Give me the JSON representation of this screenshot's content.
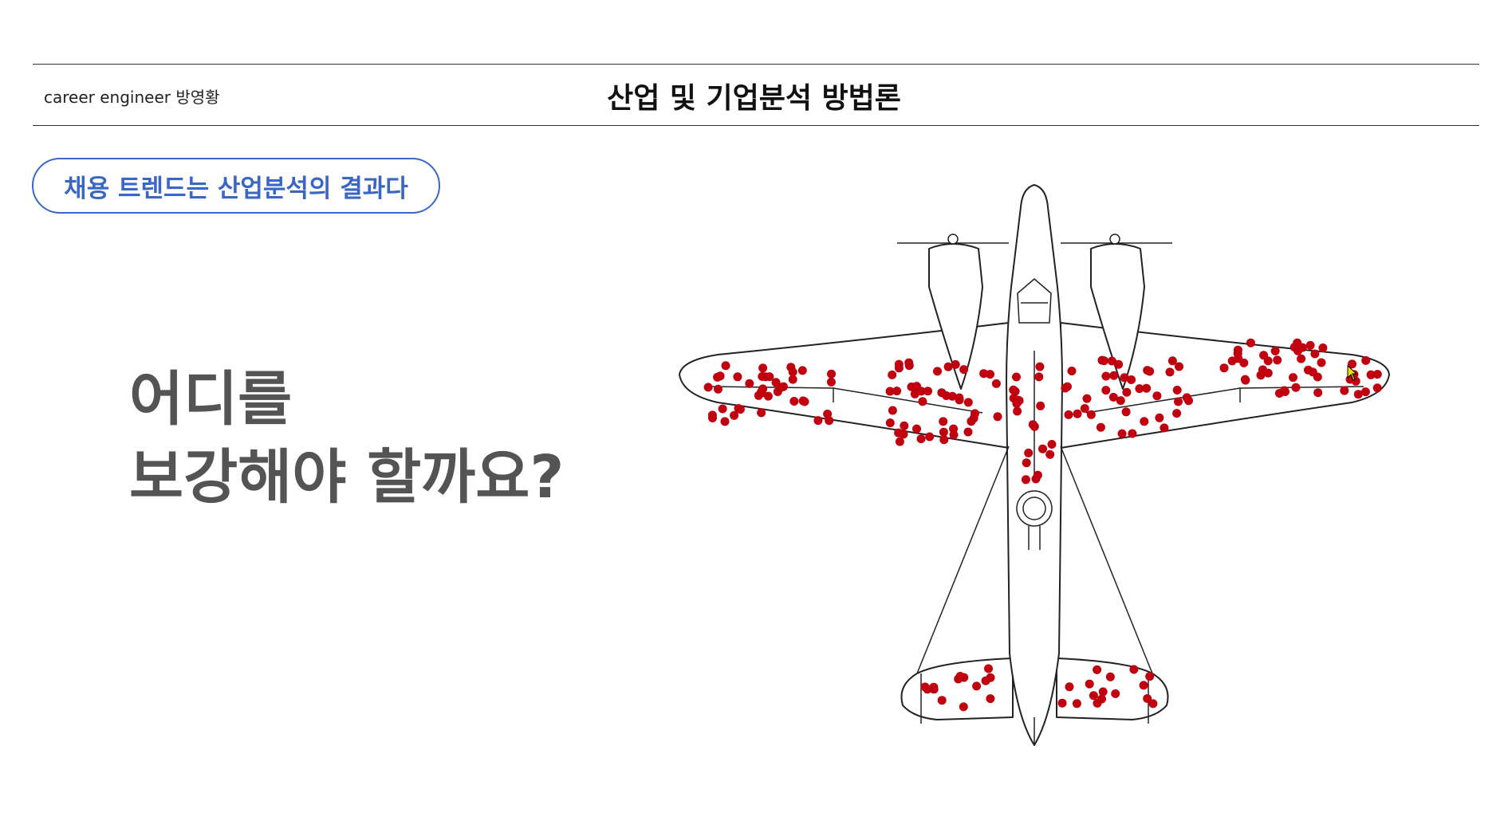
{
  "header": {
    "author": "career engineer 방영황",
    "title": "산업 및 기업분석 방법론"
  },
  "badge": {
    "text": "채용 트렌드는 산업분석의 결과다"
  },
  "question": {
    "line1": "어디를",
    "line2": "보강해야 할까요?"
  },
  "illustration": {
    "subject": "airplane-damage-diagram",
    "dot_color": "#c0000f"
  },
  "colors": {
    "accent": "#3a66c4",
    "text_gray": "#545454",
    "dot_red": "#c0000f"
  }
}
